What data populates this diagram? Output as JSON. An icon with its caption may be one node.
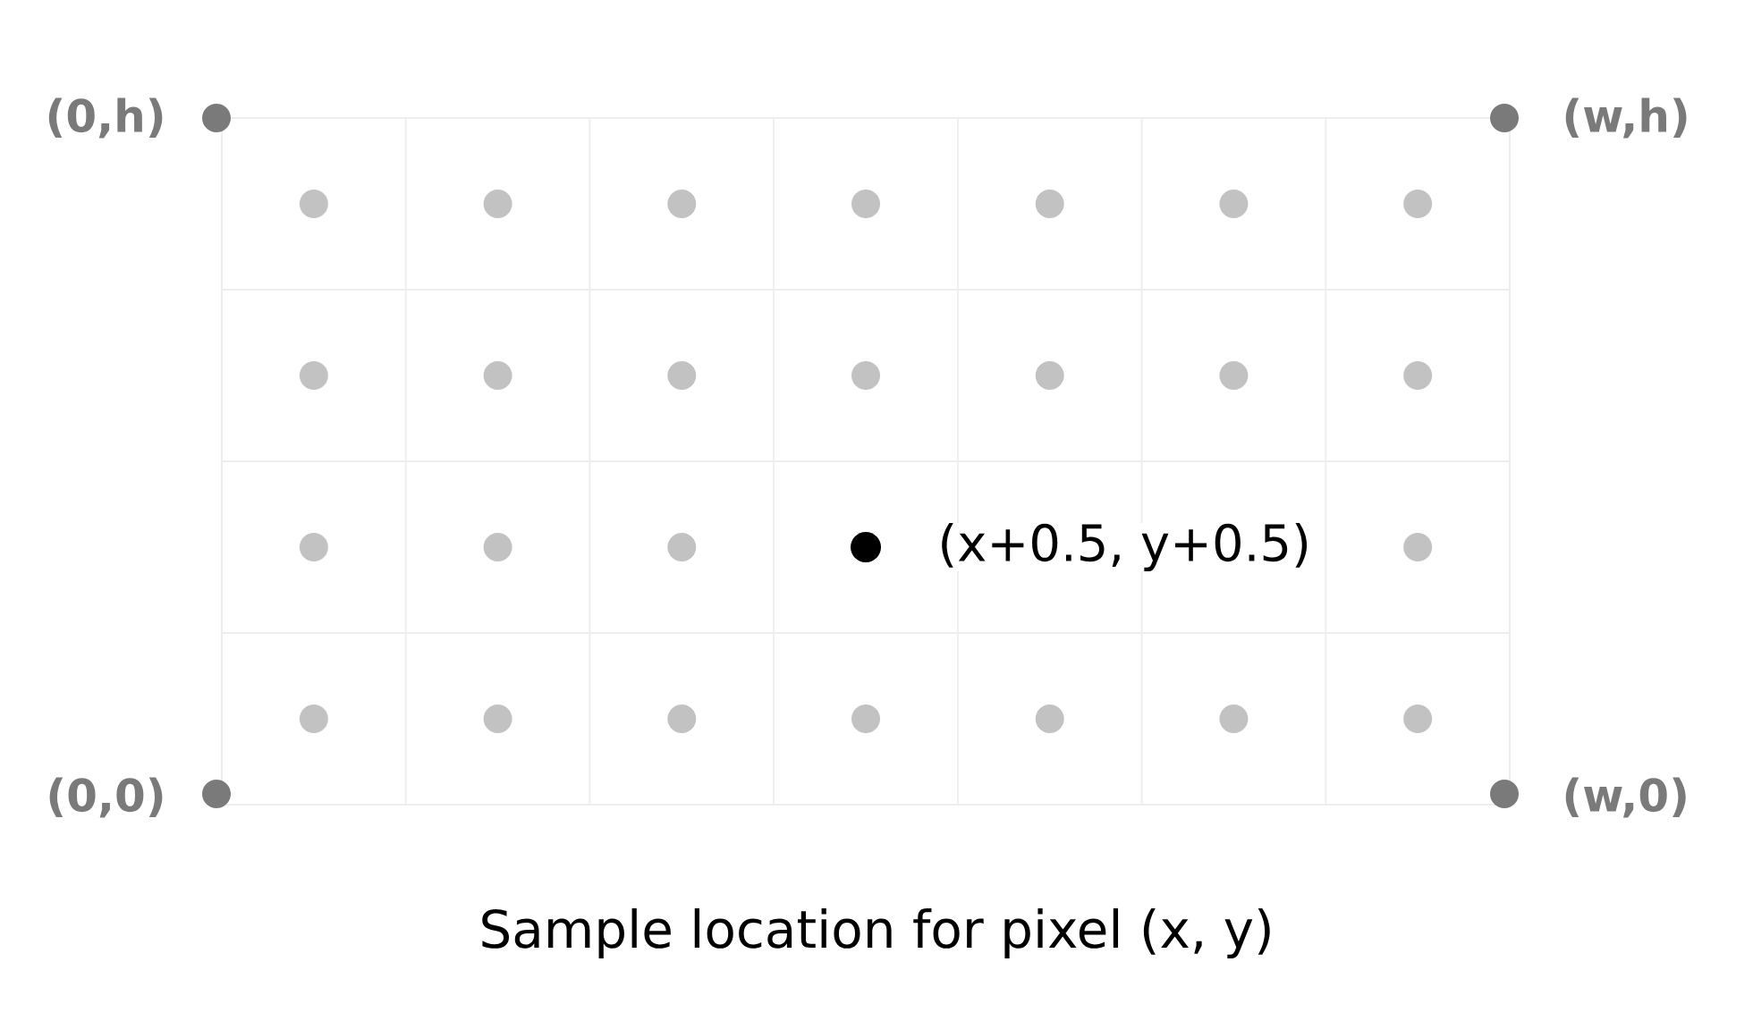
{
  "diagram": {
    "labels": [
      "(0,h)",
      "(w,h)",
      "(x+0.5, y+0.5)",
      "(0,0)",
      "(w,0)"
    ],
    "caption": "Sample location for pixel (x, y)"
  }
}
